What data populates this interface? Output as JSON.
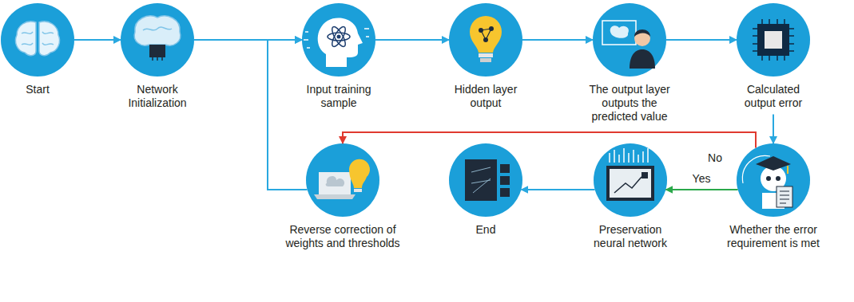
{
  "diagram": {
    "nodes": [
      {
        "text": [
          "Start"
        ]
      },
      {
        "text": [
          "Network Initialization"
        ]
      },
      {
        "text": [
          "Input training sample"
        ]
      },
      {
        "text": [
          "Hidden layer output"
        ]
      },
      {
        "text": [
          "The output layer outputs the predicted value"
        ]
      },
      {
        "text": [
          "Calculated output error"
        ]
      },
      {
        "text": [
          "Reverse correction of weights and thresholds"
        ]
      },
      {
        "text": [
          "End"
        ]
      },
      {
        "text": [
          "Preservation neural network"
        ]
      },
      {
        "text": [
          "Whether the error requirement is met"
        ]
      }
    ],
    "edges": [
      {
        "from": 0,
        "to": 1,
        "arrow": "to"
      },
      {
        "from": 1,
        "to": 2,
        "arrow": "to"
      },
      {
        "from": 2,
        "to": 3,
        "arrow": "to"
      },
      {
        "from": 3,
        "to": 4,
        "arrow": "to"
      },
      {
        "from": 4,
        "to": 5,
        "arrow": "to"
      },
      {
        "from": 5,
        "to": 9,
        "arrow": "to"
      },
      {
        "from": 9,
        "to": 6,
        "label": "No",
        "arrow": "to"
      },
      {
        "from": 9,
        "to": 8,
        "label": "Yes",
        "arrow": "to"
      },
      {
        "from": 8,
        "to": 7,
        "arrow": "to"
      },
      {
        "from": 6,
        "to": 2,
        "arrow": "to"
      }
    ]
  }
}
